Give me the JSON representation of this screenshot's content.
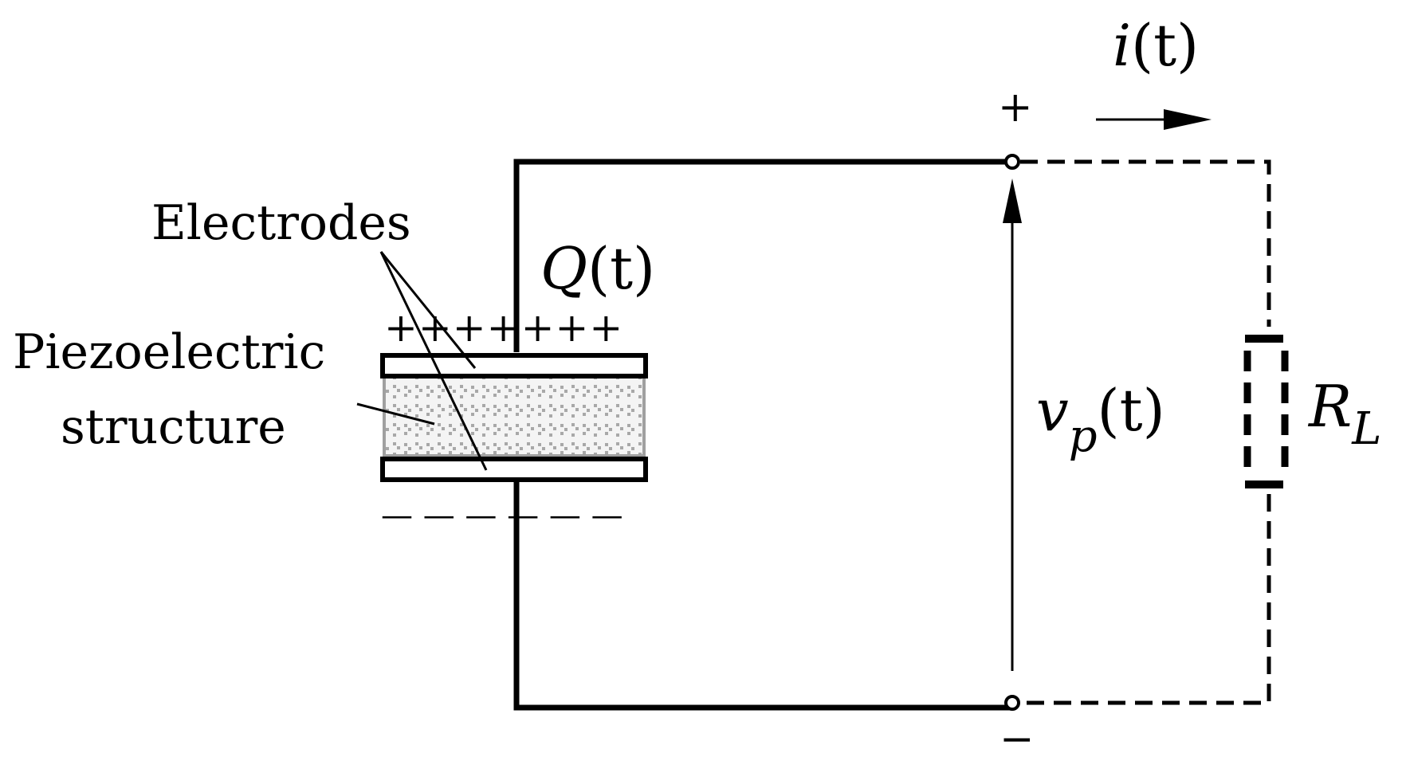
{
  "labels": {
    "electrodes": "Electrodes",
    "piezo_line1": "Piezoelectric",
    "piezo_line2": "structure",
    "charge_sym": "Q",
    "time_arg": "(t)",
    "top_plus_signs": "+++++++",
    "bottom_minus_signs": "— — — — — —",
    "current_sym": "i",
    "voltage_sym": "v",
    "voltage_sub": "p",
    "resistor_sym": "R",
    "resistor_sub": "L",
    "terminal_plus": "+",
    "terminal_minus": "−"
  },
  "colors": {
    "line": "#000000",
    "piezo_fill": "#f4f4f4",
    "piezo_dots": "#a8a8a8",
    "piezo_border": "#a0a0a0"
  }
}
